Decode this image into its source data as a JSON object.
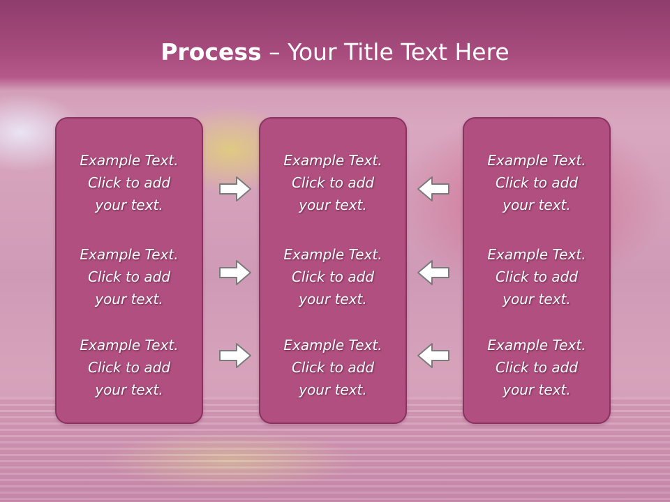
{
  "slide": {
    "title_bold": "Process",
    "title_rest": " – Your Title Text Here"
  },
  "columns": [
    {
      "items": [
        {
          "line1": "Example Text.",
          "line2": "Click  to add",
          "line3": "your text."
        },
        {
          "line1": "Example Text.",
          "line2": "Click  to add",
          "line3": "your text."
        },
        {
          "line1": "Example Text.",
          "line2": "Click  to add",
          "line3": "your text."
        }
      ]
    },
    {
      "items": [
        {
          "line1": "Example Text.",
          "line2": "Click  to add",
          "line3": "your text."
        },
        {
          "line1": "Example Text.",
          "line2": "Click  to add",
          "line3": "your text."
        },
        {
          "line1": "Example Text.",
          "line2": "Click  to add",
          "line3": "your text."
        }
      ]
    },
    {
      "items": [
        {
          "line1": "Example Text.",
          "line2": "Click  to add",
          "line3": "your text."
        },
        {
          "line1": "Example Text.",
          "line2": "Click  to add",
          "line3": "your text."
        },
        {
          "line1": "Example Text.",
          "line2": "Click  to add",
          "line3": "your text."
        }
      ]
    }
  ],
  "icons": {
    "left_arrows": "arrow-right-icon",
    "right_arrows": "arrow-left-icon"
  },
  "colors": {
    "header": "#a84c7e",
    "panel_fill": "#b04f80",
    "panel_border": "#8a3262",
    "arrow_fill": "#ffffff",
    "arrow_stroke": "#7a7a7a",
    "text": "#ffffff"
  }
}
